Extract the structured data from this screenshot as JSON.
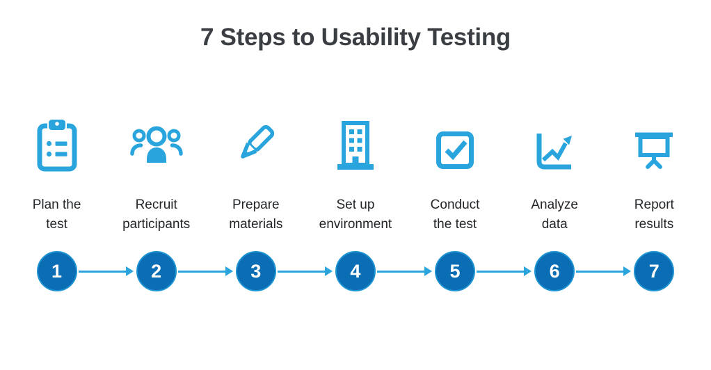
{
  "title": "7 Steps to Usability Testing",
  "colors": {
    "accent_blue": "#2AA4DC",
    "step_circle_fill": "#0B6DB4",
    "step_circle_rim": "#1E93D2",
    "title_color": "#3A3E43",
    "label_color": "#232629",
    "number_color": "#FFFFFF",
    "background": "#FFFFFF"
  },
  "steps": [
    {
      "number": "1",
      "icon": "clipboard-checklist-icon",
      "label_line1": "Plan the",
      "label_line2": "test"
    },
    {
      "number": "2",
      "icon": "participants-group-icon",
      "label_line1": "Recruit",
      "label_line2": "participants"
    },
    {
      "number": "3",
      "icon": "pencil-icon",
      "label_line1": "Prepare",
      "label_line2": "materials"
    },
    {
      "number": "4",
      "icon": "building-icon",
      "label_line1": "Set up",
      "label_line2": "environment"
    },
    {
      "number": "5",
      "icon": "checkbox-checked-icon",
      "label_line1": "Conduct",
      "label_line2": "the test"
    },
    {
      "number": "6",
      "icon": "line-chart-up-icon",
      "label_line1": "Analyze",
      "label_line2": "data"
    },
    {
      "number": "7",
      "icon": "presentation-board-icon",
      "label_line1": "Report",
      "label_line2": "results"
    }
  ]
}
